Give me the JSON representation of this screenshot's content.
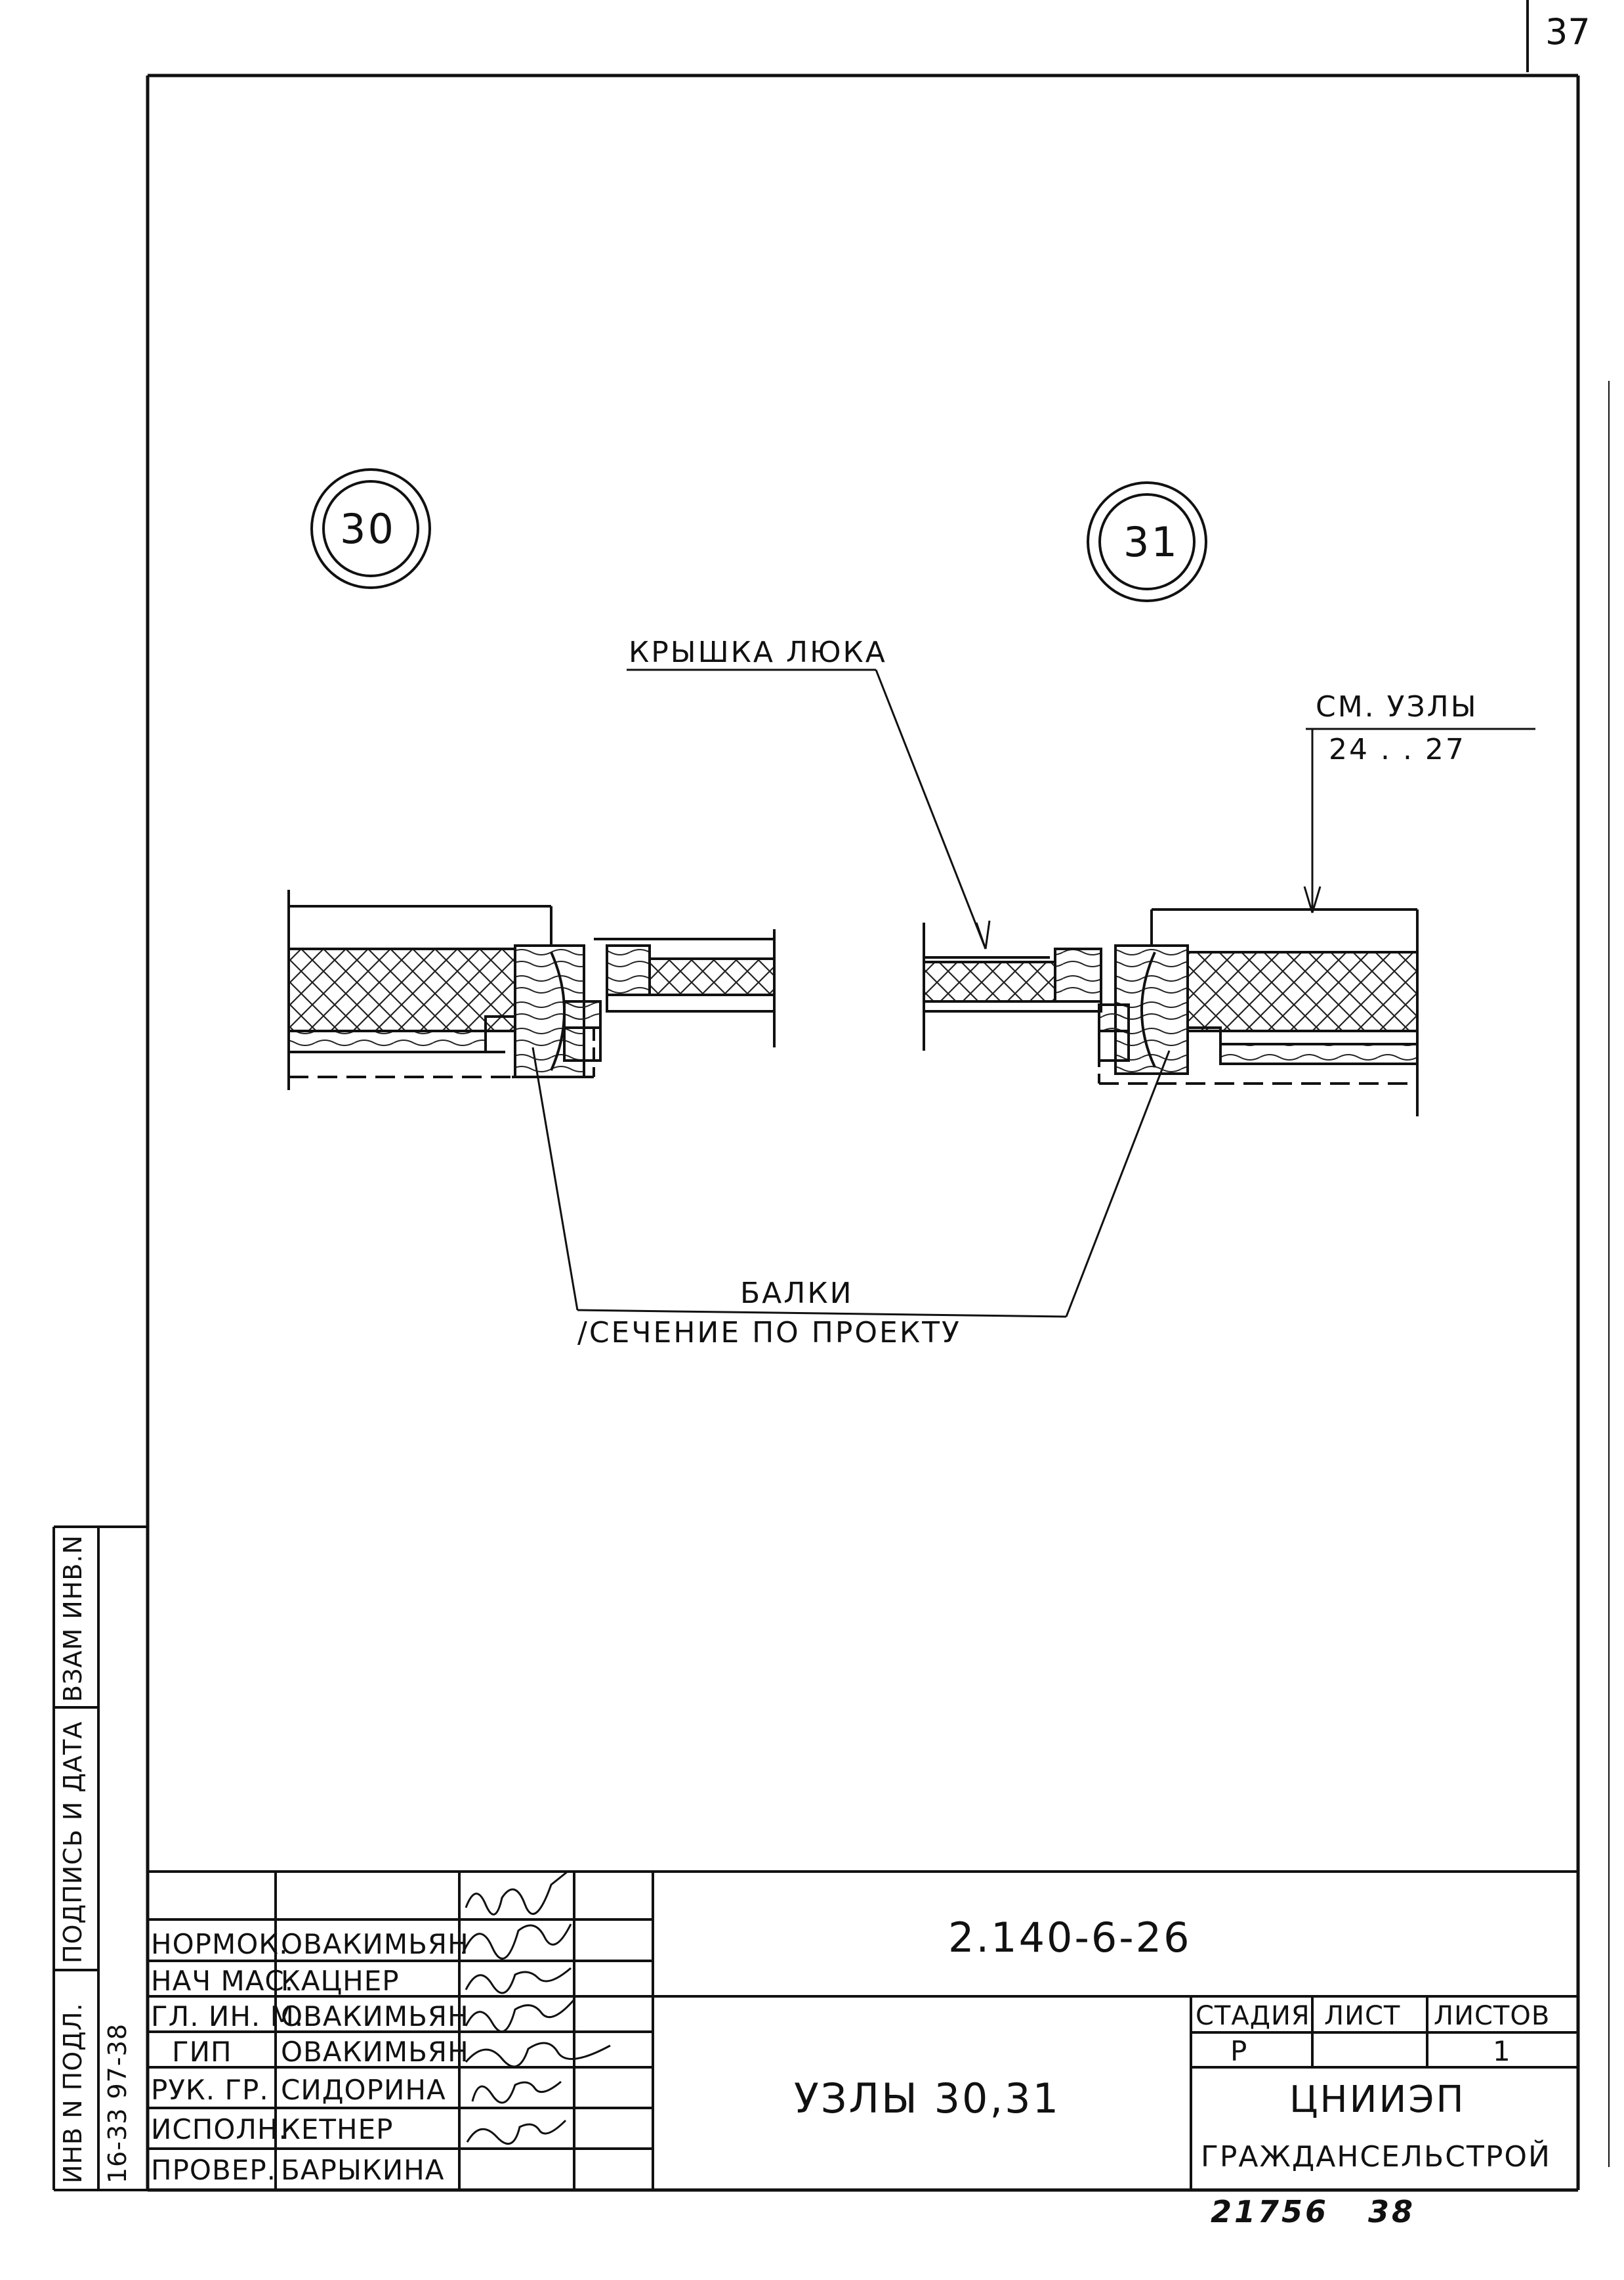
{
  "page_number": "37",
  "callouts": [
    {
      "id": "30",
      "text": "30"
    },
    {
      "id": "31",
      "text": "31"
    }
  ],
  "labels": {
    "hatch_cover": "КРЫШКА ЛЮКА",
    "see_nodes_line1": "СМ. УЗЛЫ",
    "see_nodes_line2": "24 . . 27",
    "beams_line1": "БАЛКИ",
    "beams_line2": "/СЕЧЕНИЕ ПО ПРОЕКТУ"
  },
  "side_stamp": {
    "col1": "ИНВ N ПОДЛ.",
    "col1_value": "16-33 97-38",
    "col2": "ПОДПИСЬ И ДАТА",
    "col3": "ВЗАМ ИНВ.N"
  },
  "title_block": {
    "signatures": [
      {
        "role": "НОРМОК.",
        "name": "ОВАКИМЬЯН"
      },
      {
        "role": "НАЧ МАС.",
        "name": "КАЦНЕР"
      },
      {
        "role": "ГЛ. ИН. М.",
        "name": "ОВАКИМЬЯН"
      },
      {
        "role": "ГИП",
        "name": "ОВАКИМЬЯН"
      },
      {
        "role": "РУК. ГР.",
        "name": "СИДОРИНА"
      },
      {
        "role": "ИСПОЛН.",
        "name": "КЕТНЕР"
      },
      {
        "role": "ПРОВЕР.",
        "name": "БАРЫКИНА"
      }
    ],
    "document_code": "2.140-6-26",
    "sheet_title": "УЗЛЫ 30,31",
    "stage_label": "СТАДИЯ",
    "sheet_label": "ЛИСТ",
    "sheets_label": "ЛИСТОВ",
    "stage_value": "Р",
    "sheet_value": "",
    "sheets_value": "1",
    "org_line1": "ЦНИИЭП",
    "org_line2": "ГРАЖДАНСЕЛЬСТРОЙ"
  },
  "footer_number": "21756 38"
}
